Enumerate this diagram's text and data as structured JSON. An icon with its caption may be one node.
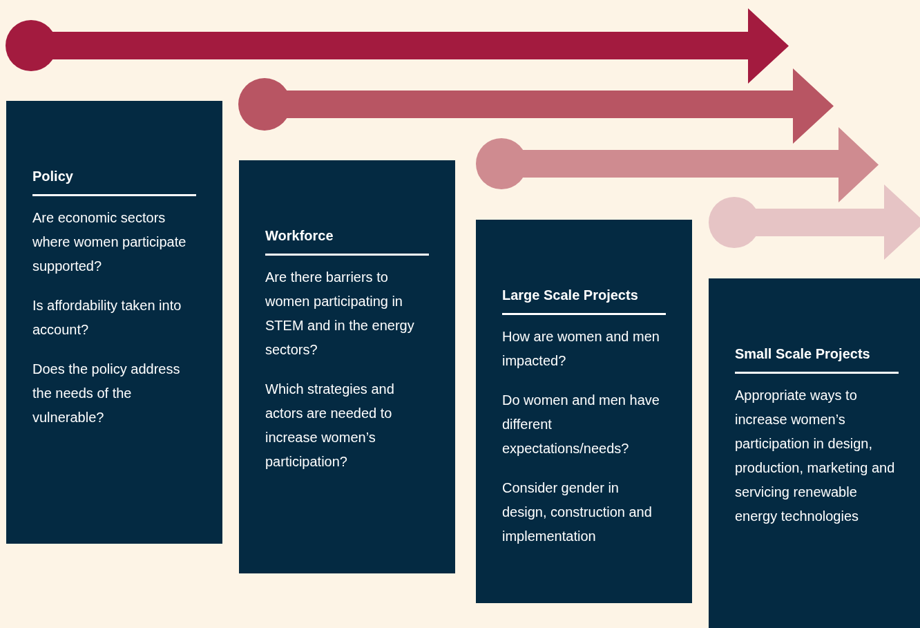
{
  "diagram": {
    "nodes": [
      {
        "text": [
          "Policy",
          "Are economic sectors where women participate supported?",
          "Is affordability taken into account?",
          "Does the policy address the needs of the vulnerable?"
        ]
      },
      {
        "text": [
          "Workforce",
          "Are there barriers to women participating in STEM and in the energy sectors?",
          "Which strategies and actors are needed to increase women’s participation?"
        ]
      },
      {
        "text": [
          "Large Scale Projects",
          "How are women and men impacted?",
          "Do women and men have different expectations/needs?",
          "Consider gender in design, construction and implementation"
        ]
      },
      {
        "text": [
          "Small Scale Projects",
          "Appropriate ways to increase women’s participation in design, production, marketing and servicing renewable energy technologies"
        ]
      }
    ]
  }
}
